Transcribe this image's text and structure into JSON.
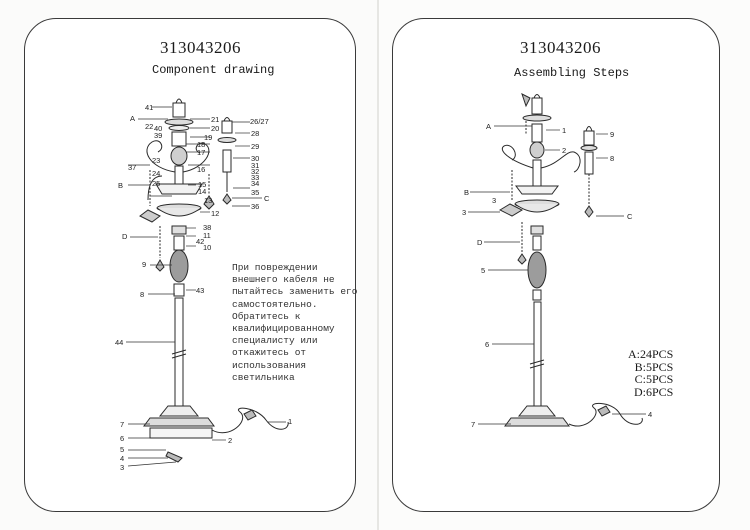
{
  "left_page": {
    "code": "313043206",
    "subtitle": "Component drawing",
    "warning_lines": [
      "При повреждении",
      "внешнего кабеля не",
      "пытайтесь заменить его",
      "самостоятельно.",
      "Обратитесь к",
      "квалифицированному",
      "специалисту или",
      "откажитесь от",
      "использования",
      "светильника"
    ],
    "callouts_left": [
      "41",
      "A",
      "22",
      "40",
      "39",
      "37",
      "23",
      "24",
      "B",
      "25",
      "D",
      "9",
      "8",
      "44",
      "7",
      "6",
      "5",
      "4",
      "3"
    ],
    "callouts_right": [
      "21",
      "20",
      "19",
      "18",
      "17",
      "16",
      "15",
      "14",
      "13",
      "12",
      "38",
      "11",
      "42",
      "10",
      "43",
      "1",
      "2"
    ],
    "callouts_bulb": [
      "26/27",
      "28",
      "29",
      "30",
      "31",
      "32",
      "33",
      "34",
      "35",
      "C",
      "36"
    ]
  },
  "right_page": {
    "code": "313043206",
    "subtitle": "Assembling Steps",
    "callouts": [
      "A",
      "1",
      "2",
      "3",
      "B",
      "3",
      "D",
      "5",
      "6",
      "7",
      "C",
      "8",
      "9",
      "4"
    ],
    "counts": [
      "A:24PCS",
      "B:5PCS",
      "C:5PCS",
      "D:6PCS"
    ]
  },
  "colors": {
    "ink": "#2a2a2a",
    "paper": "#ffffff",
    "fold": "#e6e6e3"
  }
}
